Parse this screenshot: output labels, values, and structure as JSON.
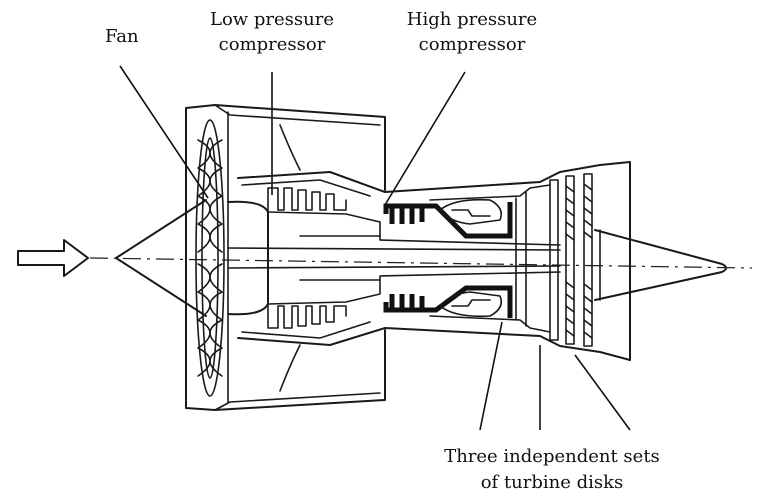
{
  "labels": {
    "fan": "Fan",
    "lpc_line1": "Low pressure",
    "lpc_line2": "compressor",
    "hpc_line1": "High pressure",
    "hpc_line2": "compressor",
    "turbine_line1": "Three independent sets",
    "turbine_line2": "of turbine disks"
  },
  "colors": {
    "line": "#1a1a1a",
    "background": "#ffffff"
  }
}
